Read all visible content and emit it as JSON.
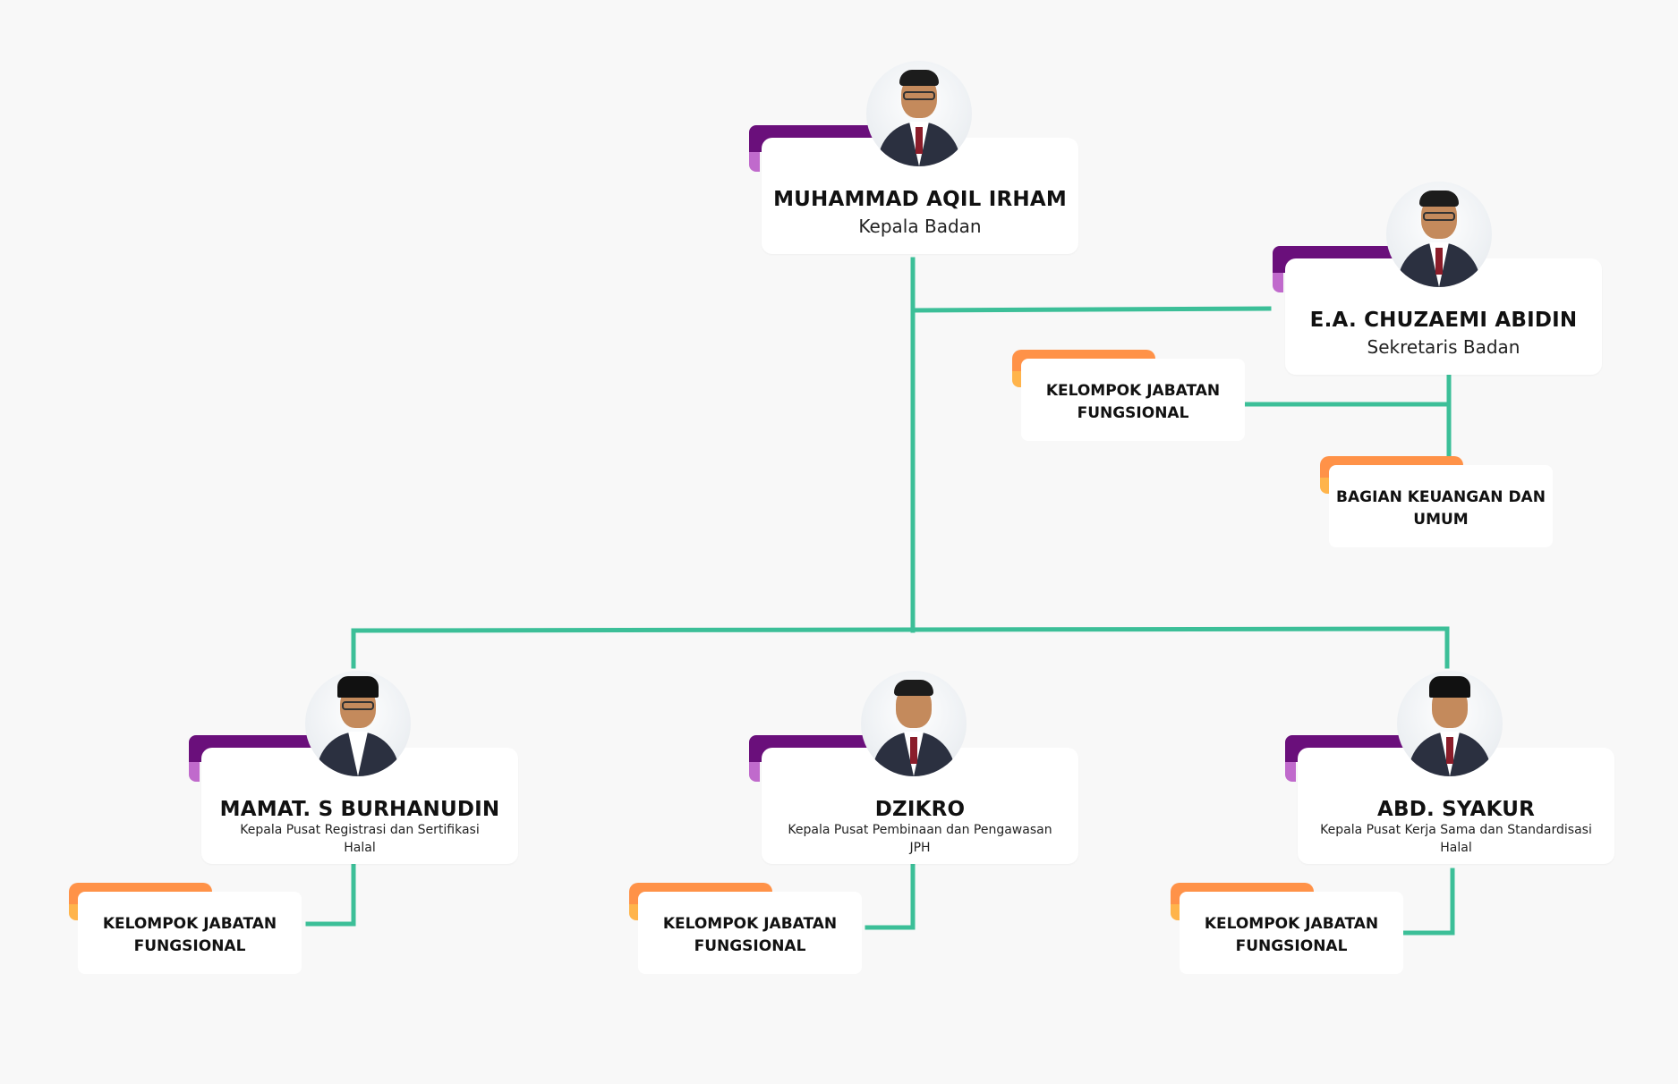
{
  "colors": {
    "connector": "#3cbf98",
    "person_tab": "#6a0f7b",
    "group_tab": "#ff9248",
    "background": "#f8f8f8"
  },
  "head": {
    "name": "MUHAMMAD AQIL IRHAM",
    "role": "Kepala Badan"
  },
  "secretary": {
    "name": "E.A. CHUZAEMI ABIDIN",
    "role": "Sekretaris Badan"
  },
  "secretariat_groups": [
    {
      "label": "KELOMPOK JABATAN FUNGSIONAL"
    },
    {
      "label": "BAGIAN KEUANGAN DAN UMUM"
    }
  ],
  "centers": [
    {
      "name": "MAMAT. S BURHANUDIN",
      "role": "Kepala Pusat Registrasi dan Sertifikasi Halal"
    },
    {
      "name": "DZIKRO",
      "role": "Kepala Pusat Pembinaan dan Pengawasan JPH"
    },
    {
      "name": "ABD. SYAKUR",
      "role": "Kepala Pusat Kerja Sama dan Standardisasi Halal"
    }
  ],
  "center_groups": [
    {
      "label": "KELOMPOK JABATAN FUNGSIONAL"
    },
    {
      "label": "KELOMPOK JABATAN FUNGSIONAL"
    },
    {
      "label": "KELOMPOK JABATAN FUNGSIONAL"
    }
  ]
}
